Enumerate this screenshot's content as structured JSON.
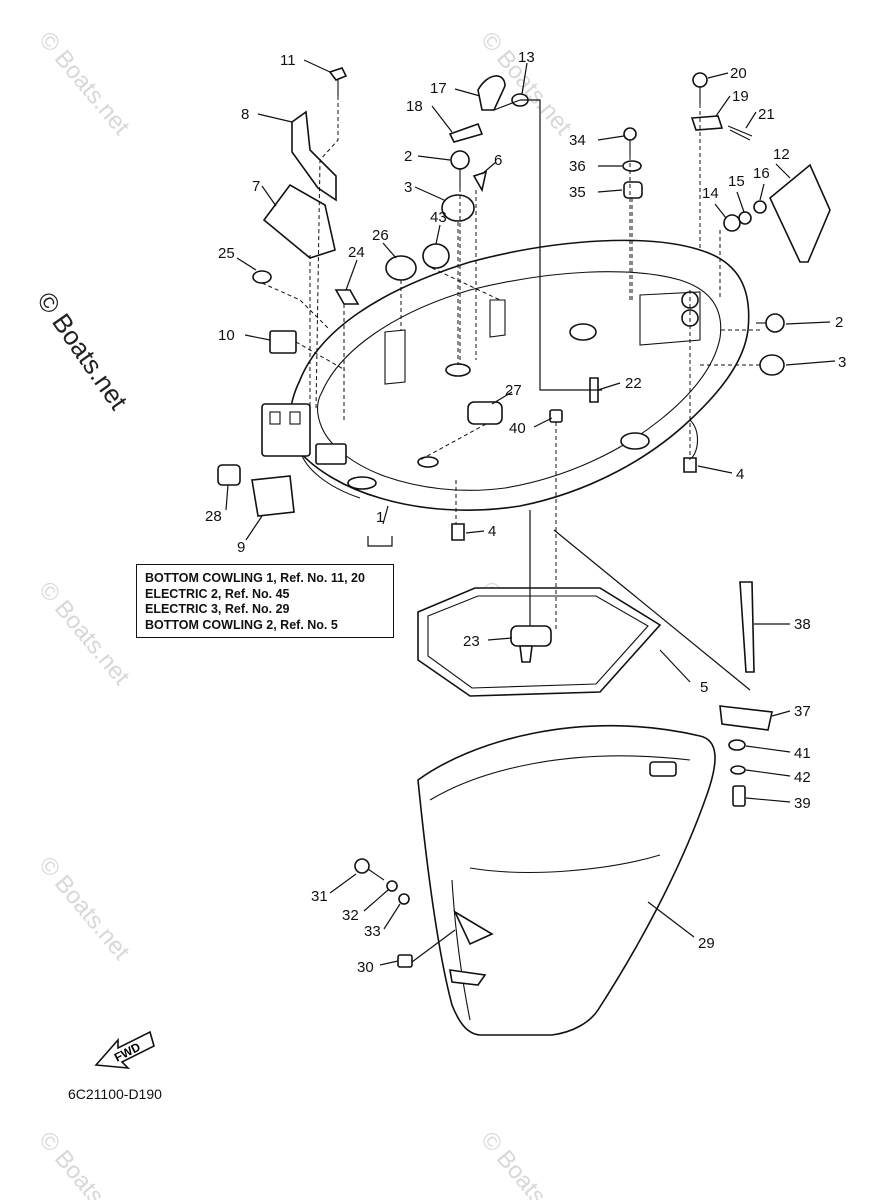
{
  "watermark": "© Boats.net",
  "main_watermark": "© Boats.net",
  "diagram_code": "6C21100-D190",
  "fwd_label": "FWD",
  "reference_box": [
    "BOTTOM COWLING 1, Ref. No. 11, 20",
    "ELECTRIC 2, Ref. No. 45",
    "ELECTRIC 3, Ref. No. 29",
    "BOTTOM COWLING 2, Ref. No. 5"
  ],
  "callouts": [
    {
      "id": "c11",
      "label": "11"
    },
    {
      "id": "c13",
      "label": "13"
    },
    {
      "id": "c17",
      "label": "17"
    },
    {
      "id": "c18",
      "label": "18"
    },
    {
      "id": "c8",
      "label": "8"
    },
    {
      "id": "c2a",
      "label": "2"
    },
    {
      "id": "c6",
      "label": "6"
    },
    {
      "id": "c3a",
      "label": "3"
    },
    {
      "id": "c7",
      "label": "7"
    },
    {
      "id": "c43",
      "label": "43"
    },
    {
      "id": "c26",
      "label": "26"
    },
    {
      "id": "c24",
      "label": "24"
    },
    {
      "id": "c25",
      "label": "25"
    },
    {
      "id": "c10",
      "label": "10"
    },
    {
      "id": "c27",
      "label": "27"
    },
    {
      "id": "c40",
      "label": "40"
    },
    {
      "id": "c22",
      "label": "22"
    },
    {
      "id": "c28",
      "label": "28"
    },
    {
      "id": "c9",
      "label": "9"
    },
    {
      "id": "c1",
      "label": "1"
    },
    {
      "id": "c4a",
      "label": "4"
    },
    {
      "id": "c4b",
      "label": "4"
    },
    {
      "id": "c20",
      "label": "20"
    },
    {
      "id": "c19",
      "label": "19"
    },
    {
      "id": "c21",
      "label": "21"
    },
    {
      "id": "c34",
      "label": "34"
    },
    {
      "id": "c36",
      "label": "36"
    },
    {
      "id": "c35",
      "label": "35"
    },
    {
      "id": "c14",
      "label": "14"
    },
    {
      "id": "c15",
      "label": "15"
    },
    {
      "id": "c16",
      "label": "16"
    },
    {
      "id": "c12",
      "label": "12"
    },
    {
      "id": "c2b",
      "label": "2"
    },
    {
      "id": "c3b",
      "label": "3"
    },
    {
      "id": "c23",
      "label": "23"
    },
    {
      "id": "c38",
      "label": "38"
    },
    {
      "id": "c5",
      "label": "5"
    },
    {
      "id": "c37",
      "label": "37"
    },
    {
      "id": "c41",
      "label": "41"
    },
    {
      "id": "c42",
      "label": "42"
    },
    {
      "id": "c39",
      "label": "39"
    },
    {
      "id": "c29",
      "label": "29"
    },
    {
      "id": "c31",
      "label": "31"
    },
    {
      "id": "c32",
      "label": "32"
    },
    {
      "id": "c33",
      "label": "33"
    },
    {
      "id": "c30",
      "label": "30"
    }
  ]
}
